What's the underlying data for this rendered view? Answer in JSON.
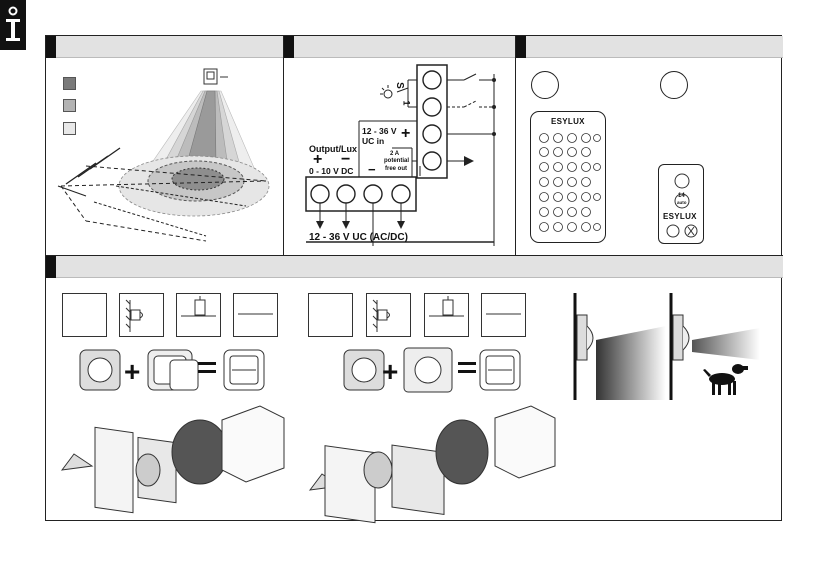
{
  "side_tab": {
    "icon": "info-icon"
  },
  "wiring": {
    "relay_s": "S",
    "relay_1": "1",
    "uc_in_line1": "12 - 36 V",
    "uc_in_line2": "UC in",
    "uc_plus": "+",
    "output_title": "Output/Lux",
    "output_plus": "+",
    "output_minus": "−",
    "output_range": "0 - 10 V DC",
    "common_minus": "−",
    "relay_rating1": "2 A",
    "relay_rating2": "potential",
    "relay_rating3": "free out",
    "supply_label": "12 - 36 V UC (AC/DC)"
  },
  "remotes": {
    "brand_large": "ESYLUX",
    "brand_small": "ESYLUX",
    "small_btn_top": "14",
    "small_btn_label": "auto"
  },
  "colors": {
    "zone_dark": "#7a7a7a",
    "zone_mid": "#b3b3b3",
    "zone_light": "#e0e0e0",
    "header": "#e2e2e2"
  }
}
